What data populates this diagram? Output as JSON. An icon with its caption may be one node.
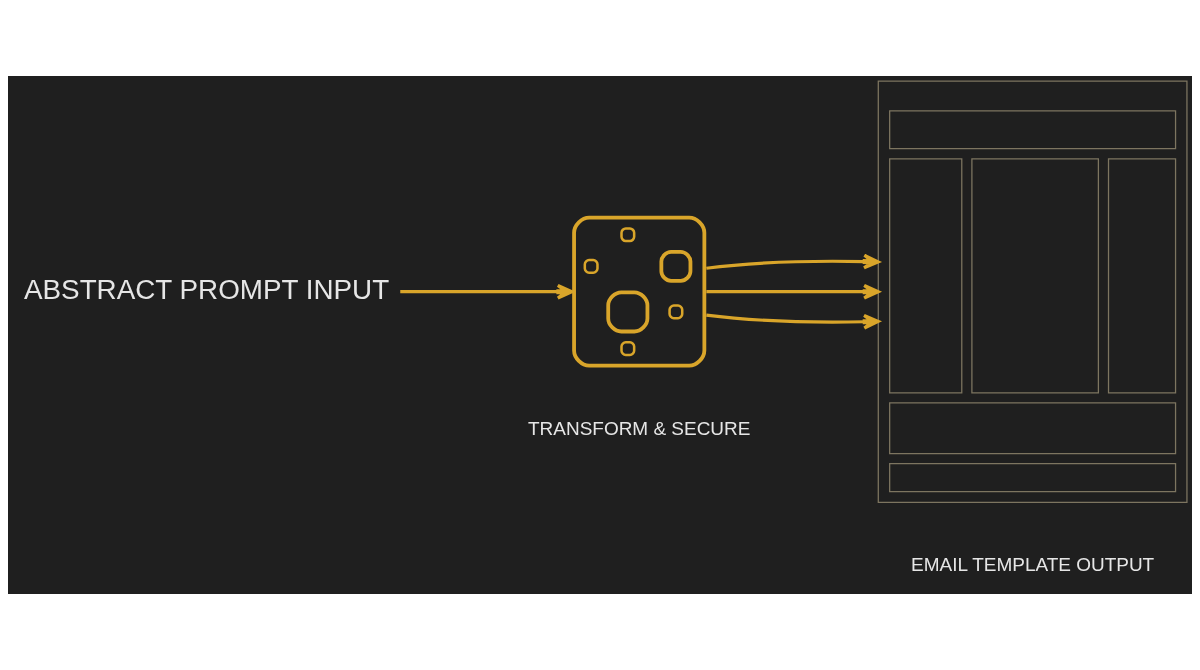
{
  "diagram": {
    "nodes": [
      {
        "text": [
          "ABSTRACT PROMPT INPUT"
        ]
      },
      {
        "text": [],
        "shape": "picture",
        "beside": [
          "TRANSFORM & SECURE"
        ]
      },
      {
        "text": [],
        "shape": "picture",
        "beside": [
          "EMAIL TEMPLATE OUTPUT"
        ]
      }
    ],
    "edges": [
      {
        "from": 0,
        "to": 1,
        "arrow": "to"
      },
      {
        "from": 1,
        "to": 2,
        "arrow": "to"
      },
      {
        "from": 1,
        "to": 2,
        "arrow": "to"
      },
      {
        "from": 1,
        "to": 2,
        "arrow": "to"
      }
    ]
  }
}
